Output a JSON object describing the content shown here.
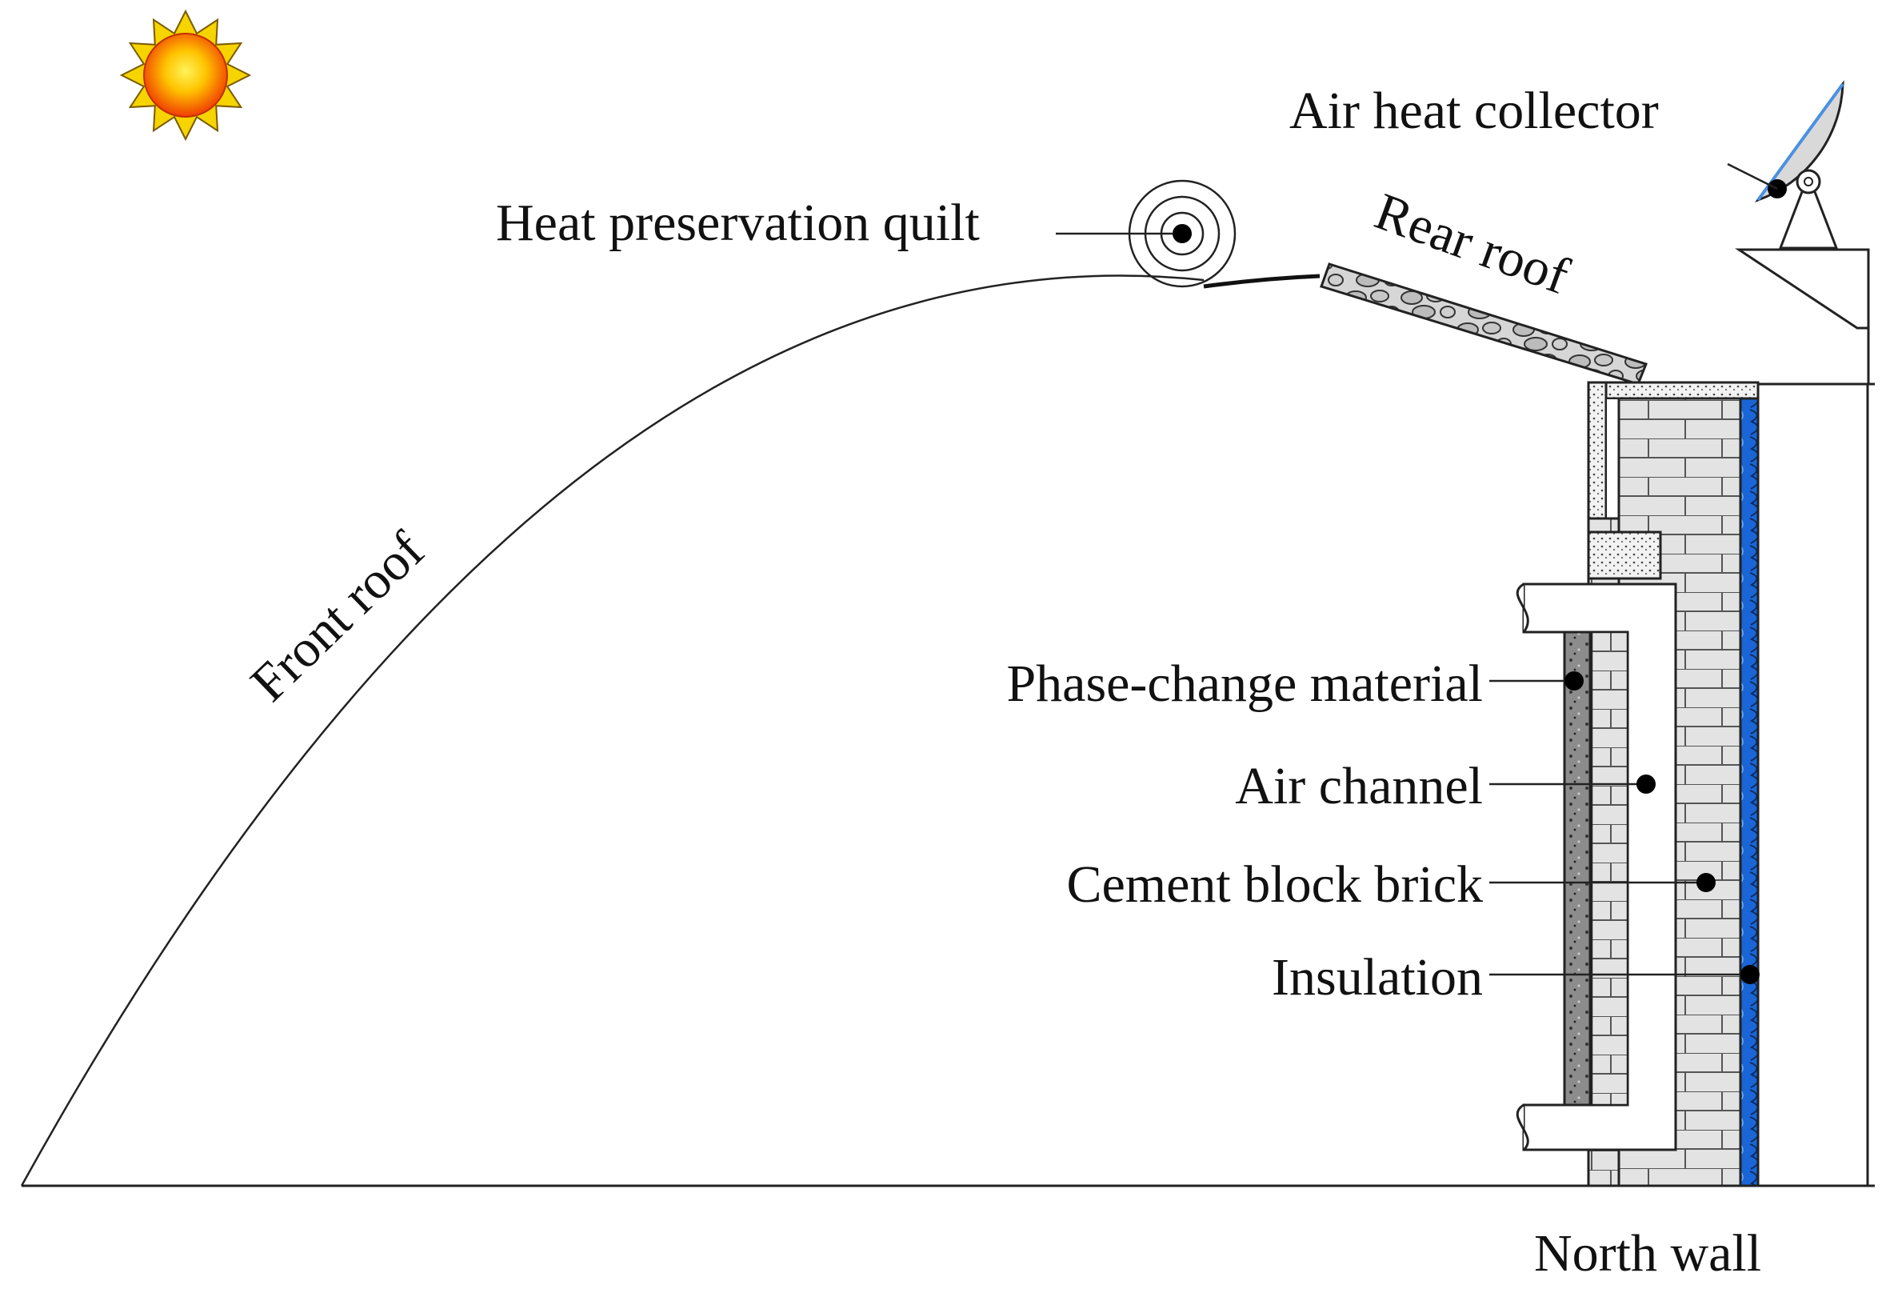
{
  "labels": {
    "air_heat_collector": "Air heat collector",
    "heat_preservation_quilt": "Heat preservation quilt",
    "rear_roof": "Rear roof",
    "front_roof": "Front roof",
    "phase_change_material": "Phase-change material",
    "air_channel": "Air channel",
    "cement_block_brick": "Cement block brick",
    "insulation": "Insulation",
    "north_wall": "North wall"
  },
  "colors": {
    "sun_outer": "#f5d400",
    "sun_core": "#ffdd00",
    "sun_edge": "#f03c00",
    "insulation": "#1e6fe0",
    "phase_change": "#8a8a8a",
    "brick": "#e3e3e3",
    "collector": "#d9d9d9"
  },
  "icons": {
    "sun": "sun-icon"
  }
}
